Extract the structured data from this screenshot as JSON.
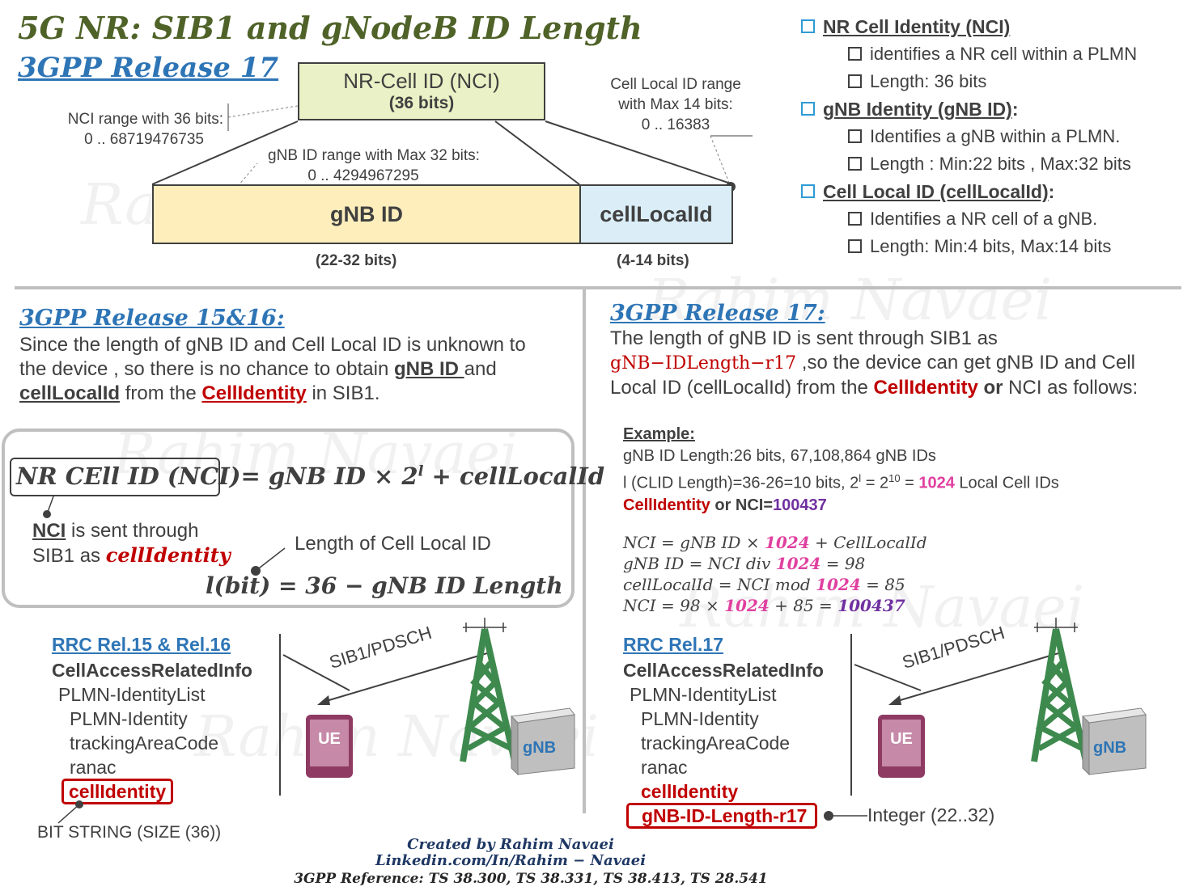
{
  "header": {
    "title": "5G NR: SIB1 and gNodeB ID Length",
    "release_top": "3GPP Release 17"
  },
  "diagram": {
    "nci_box_title": "NR-Cell ID (NCI)",
    "nci_box_bits": "(36 bits)",
    "nci_range_line1": "NCI range with 36 bits:",
    "nci_range_line2": "0 .. 68719476735",
    "gnb_range_line1": "gNB ID range with Max 32 bits:",
    "gnb_range_line2": "0 .. 4294967295",
    "cell_range_line1": "Cell Local ID range",
    "cell_range_line2": "with Max 14 bits:",
    "cell_range_line3": "0 .. 16383",
    "gnb_bar_label": "gNB ID",
    "cell_bar_label": "cellLocalId",
    "gnb_bits": "(22-32 bits)",
    "cell_bits": "(4-14 bits)"
  },
  "definitions": [
    {
      "heading": "NR Cell Identity (NCI)",
      "suffix": "",
      "items": [
        "identifies a NR cell within  a PLMN",
        "Length:  36 bits"
      ]
    },
    {
      "heading": "gNB Identity (gNB ID)",
      "suffix": ":",
      "items": [
        "Identifies a gNB within  a PLMN.",
        "Length : Min:22 bits , Max:32 bits"
      ]
    },
    {
      "heading": "Cell Local ID (cellLocalId)",
      "suffix": ":",
      "items": [
        "Identifies a NR cell of a gNB.",
        "Length:  Min:4 bits, Max:14 bits"
      ]
    }
  ],
  "left_section": {
    "heading": "3GPP Release 15&16:",
    "p1": "Since the length of gNB ID and Cell Local ID is unknown to",
    "p2a": "the device , so there is no chance to obtain ",
    "p2b": "gNB ID ",
    "p2c": "and",
    "p3a": "cellLocalId",
    "p3b": " from the ",
    "p3c": "CellIdentity",
    "p3d": " in SIB1."
  },
  "formula": {
    "nci_label": "NR CEll ID (NCI)",
    "rhs": "= gNB ID  × 2",
    "exp": "l",
    "rhs2": " + cellLocalId",
    "nci_note_a": "NCI",
    "nci_note_b": " is sent through",
    "nci_note_c": "SIB1 as ",
    "nci_note_d": "cellIdentity",
    "len_note": "Length of Cell Local ID",
    "lbit": "l(bit) = 36 − gNB ID Length"
  },
  "rrc_left": {
    "heading": "RRC Rel.15 & Rel.16",
    "lines": [
      "CellAccessRelatedInfo",
      "PLMN-IdentityList",
      "PLMN-Identity",
      "trackingAreaCode",
      "ranac"
    ],
    "highlight": "cellIdentity",
    "bitstring": "BIT STRING (SIZE (36))",
    "link": "SIB1/PDSCH",
    "ue": "UE",
    "gnb": "gNB"
  },
  "right_section": {
    "heading": "3GPP Release 17:",
    "p1": "The length of gNB ID is sent through SIB1 as",
    "p2a": "gNB−IDLength−r17",
    "p2b": " ,so the device can get gNB ID and Cell",
    "p3a": "Local ID (cellLocalId) from the ",
    "p3b": "CellIdentity",
    "p3c": " or ",
    "p3d": "NCI as follows:"
  },
  "example": {
    "heading": "Example:",
    "l1": "gNB ID Length:26  bits, 67,108,864 gNB IDs",
    "l2a": "l (CLID Length)=36-26=10  bits, 2",
    "l2exp": "l",
    "l2b": " = 2",
    "l2exp2": "10",
    "l2c": " = ",
    "l2d": "1024",
    "l2e": " Local Cell IDs",
    "l3a": "CellIdentity",
    "l3b": "  or NCI=",
    "l3c": "100437",
    "m1a": "NCI = gNB ID  × ",
    "m1b": "1024",
    "m1c": " + CellLocalId",
    "m2a": "gNB ID = NCI div ",
    "m2b": "1024",
    "m2c": " = 98",
    "m3a": "cellLocalId = NCI mod ",
    "m3b": "1024",
    "m3c": " = 85",
    "m4a": "NCI = 98  × ",
    "m4b": "1024",
    "m4c": " + 85 = ",
    "m4d": "100437"
  },
  "rrc_right": {
    "heading": "RRC Rel.17",
    "lines": [
      "CellAccessRelatedInfo",
      "PLMN-IdentityList",
      "PLMN-Identity",
      "trackingAreaCode",
      "ranac"
    ],
    "highlight1": "cellIdentity",
    "highlight2": "gNB-ID-Length-r17",
    "integer": "Integer (22..32)",
    "link": "SIB1/PDSCH",
    "ue": "UE",
    "gnb": "gNB"
  },
  "footer": {
    "created": "Created by Rahim Navaei",
    "linkedin": "Linkedin.com/In/Rahim − Navaei",
    "reference": "3GPP Reference: TS 38.300, TS 38.331, TS 38.413, TS 28.541"
  },
  "colors": {
    "title_green": "#4f6228",
    "heading_blue": "#2e75b6",
    "red": "#c00000",
    "pink": "#e040a0",
    "purple": "#7030a0",
    "tower_green": "#3e8a4e",
    "ue_purple": "#8e3a63"
  }
}
